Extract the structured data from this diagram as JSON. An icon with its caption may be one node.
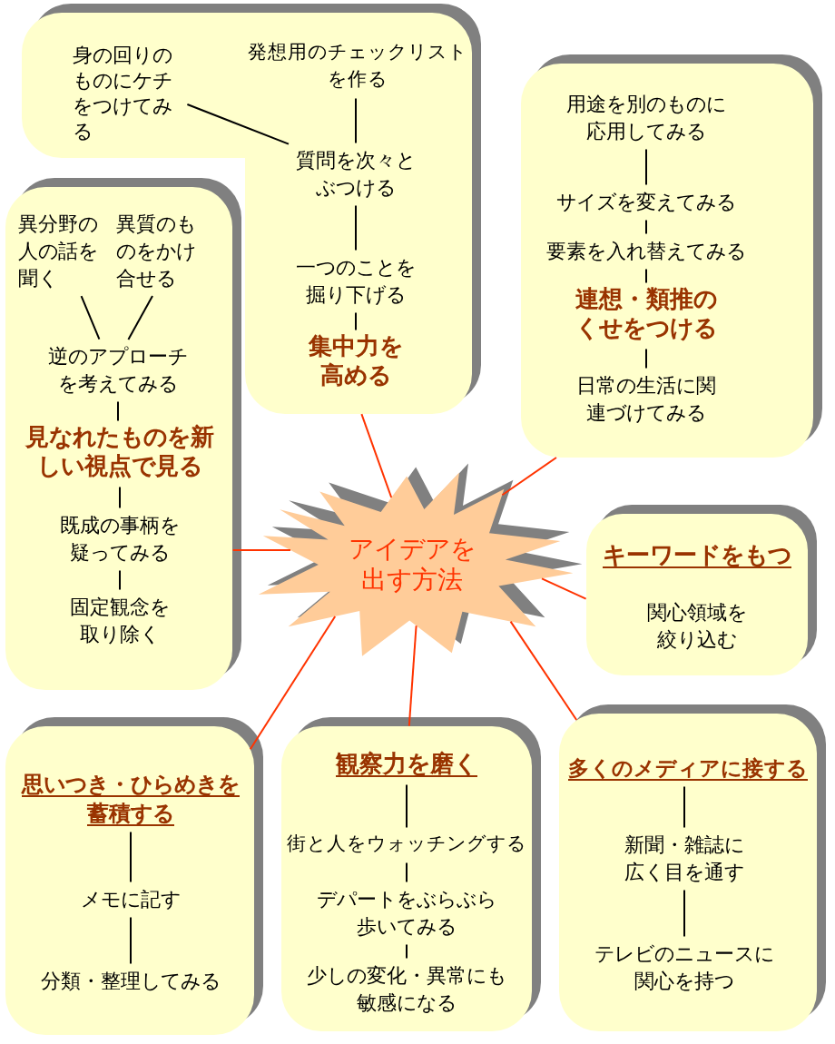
{
  "diagram": {
    "nodes": [
      {
        "text": [],
        "shape": "box"
      },
      {
        "text": [
          "身の回りのものにケチをつけてみる"
        ],
        "in": 0
      },
      {
        "text": [
          "発想用のチェックリストを作る"
        ],
        "in": 0
      },
      {
        "text": [
          "質問を次々とぶつける"
        ],
        "in": 0
      },
      {
        "text": [
          "一つのことを掘り下げる"
        ],
        "in": 0
      },
      {
        "text": [
          "集中力を高める"
        ],
        "in": 0
      },
      {
        "text": [],
        "shape": "box"
      },
      {
        "text": [
          "用途を別のものに応用してみる"
        ],
        "in": 6
      },
      {
        "text": [
          "サイズを変えてみる"
        ],
        "in": 6
      },
      {
        "text": [
          "要素を入れ替えてみる"
        ],
        "in": 6
      },
      {
        "text": [
          "連想・類推のくせをつける"
        ],
        "in": 6
      },
      {
        "text": [
          "日常の生活に関連づけてみる"
        ],
        "in": 6
      },
      {
        "text": [],
        "shape": "box"
      },
      {
        "text": [
          "異分野の人の話を聞く"
        ],
        "in": 12
      },
      {
        "text": [
          "異質のものをかけ合せる"
        ],
        "in": 12
      },
      {
        "text": [
          "逆のアプローチを考えてみる"
        ],
        "in": 12
      },
      {
        "text": [
          "見なれたものを新しい視点で見る"
        ],
        "in": 12
      },
      {
        "text": [
          "既成の事柄を疑ってみる"
        ],
        "in": 12
      },
      {
        "text": [
          "固定観念を取り除く"
        ],
        "in": 12
      },
      {
        "text": [
          "アイデアを出す方法"
        ]
      },
      {
        "text": [],
        "shape": "box"
      },
      {
        "text": [
          "キーワードをもつ"
        ],
        "in": 20
      },
      {
        "text": [
          "関心領域を絞り込む"
        ],
        "in": 20
      },
      {
        "text": [],
        "shape": "box"
      },
      {
        "text": [
          "思いつき・ひらめきを蓄積する"
        ],
        "in": 23
      },
      {
        "text": [
          "メモに記す"
        ],
        "in": 23
      },
      {
        "text": [
          "分類・整理してみる"
        ],
        "in": 23
      },
      {
        "text": [],
        "shape": "box"
      },
      {
        "text": [
          "観察力を磨く"
        ],
        "in": 27
      },
      {
        "text": [
          "街と人をウォッチングする"
        ],
        "in": 27
      },
      {
        "text": [
          "デパートをぶらぶら歩いてみる"
        ],
        "in": 27
      },
      {
        "text": [
          "少しの変化・異常にも敏感になる"
        ],
        "in": 27
      },
      {
        "text": [],
        "shape": "box"
      },
      {
        "text": [
          "多くのメディアに接する"
        ],
        "in": 32
      },
      {
        "text": [
          "新聞・雑誌に広く目を通す"
        ],
        "in": 32
      },
      {
        "text": [
          "テレビのニュースに関心を持つ"
        ],
        "in": 32
      }
    ],
    "edges": [
      {
        "from": 1,
        "to": 3,
        "arrow": "none"
      },
      {
        "from": 2,
        "to": 3,
        "arrow": "none"
      },
      {
        "from": 3,
        "to": 4,
        "arrow": "none"
      },
      {
        "from": 4,
        "to": 5,
        "arrow": "none"
      },
      {
        "from": 7,
        "to": 8,
        "arrow": "none"
      },
      {
        "from": 8,
        "to": 9,
        "arrow": "none"
      },
      {
        "from": 9,
        "to": 10,
        "arrow": "none"
      },
      {
        "from": 10,
        "to": 11,
        "arrow": "none"
      },
      {
        "from": 13,
        "to": 15,
        "arrow": "none"
      },
      {
        "from": 14,
        "to": 15,
        "arrow": "none"
      },
      {
        "from": 15,
        "to": 16,
        "arrow": "none"
      },
      {
        "from": 16,
        "to": 17,
        "arrow": "none"
      },
      {
        "from": 17,
        "to": 18,
        "arrow": "none"
      },
      {
        "from": 19,
        "to": 0,
        "arrow": "none",
        "color": "#ff3300"
      },
      {
        "from": 19,
        "to": 6,
        "arrow": "none",
        "color": "#ff3300"
      },
      {
        "from": 19,
        "to": 12,
        "arrow": "none",
        "color": "#ff3300"
      },
      {
        "from": 19,
        "to": 20,
        "arrow": "none",
        "color": "#ff3300"
      },
      {
        "from": 19,
        "to": 23,
        "arrow": "none",
        "color": "#ff3300"
      },
      {
        "from": 19,
        "to": 27,
        "arrow": "none",
        "color": "#ff3300"
      },
      {
        "from": 19,
        "to": 32,
        "arrow": "none",
        "color": "#ff3300"
      },
      {
        "from": 24,
        "to": 25,
        "arrow": "none"
      },
      {
        "from": 25,
        "to": 26,
        "arrow": "none"
      },
      {
        "from": 28,
        "to": 29,
        "arrow": "none"
      },
      {
        "from": 29,
        "to": 30,
        "arrow": "none"
      },
      {
        "from": 30,
        "to": 31,
        "arrow": "none"
      },
      {
        "from": 33,
        "to": 34,
        "arrow": "none"
      },
      {
        "from": 34,
        "to": 35,
        "arrow": "none"
      }
    ]
  }
}
